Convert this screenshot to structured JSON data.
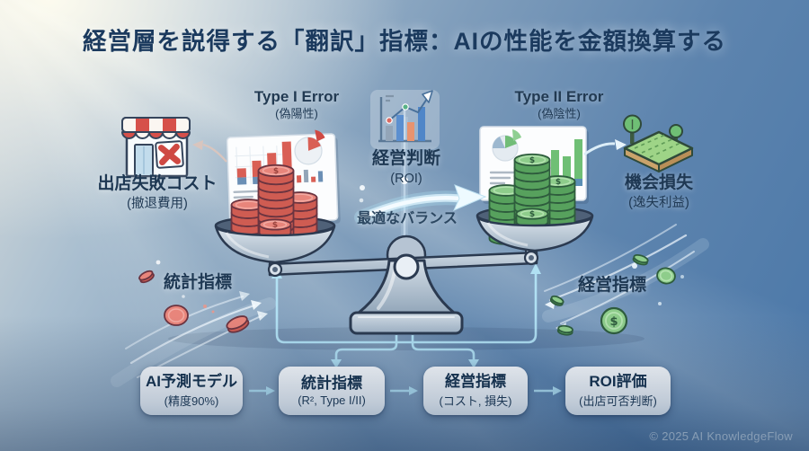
{
  "title": "経営層を説得する「翻訳」指標：AIの性能を金額換算する",
  "store": {
    "label": "出店失敗コスト",
    "sublabel": "(撤退費用)"
  },
  "type1": {
    "label": "Type I Error",
    "sublabel": "(偽陽性)"
  },
  "type2": {
    "label": "Type II Error",
    "sublabel": "(偽陰性)"
  },
  "center": {
    "label": "経営判断",
    "sublabel": "(ROI)",
    "balance": "最適なバランス"
  },
  "land": {
    "label": "機会損失",
    "sublabel": "(逸失利益)"
  },
  "flows": {
    "left": "統計指標",
    "right": "経営指標"
  },
  "process": [
    {
      "label": "AI予測モデル",
      "sublabel": "(精度90%)"
    },
    {
      "label": "統計指標",
      "sublabel": "(R², Type I/II)"
    },
    {
      "label": "経営指標",
      "sublabel": "(コスト, 損失)"
    },
    {
      "label": "ROI評価",
      "sublabel": "(出店可否判断)"
    }
  ],
  "footer": "© 2025 AI KnowledgeFlow",
  "coin_symbol": "$",
  "colors": {
    "title_text": "#1b3a5e",
    "connector": "#b5e6f8",
    "red_coin": {
      "top": "#e8857b",
      "side": "#cf5c52",
      "outline": "#6b3440",
      "ring": "#f2aaa2",
      "symbol": "#9c453f"
    },
    "green_coin": {
      "top": "#8ecd8b",
      "side": "#57a15d",
      "outline": "#2e5c3d",
      "ring": "#b4e2b0",
      "symbol": "#2e5c3d"
    }
  }
}
